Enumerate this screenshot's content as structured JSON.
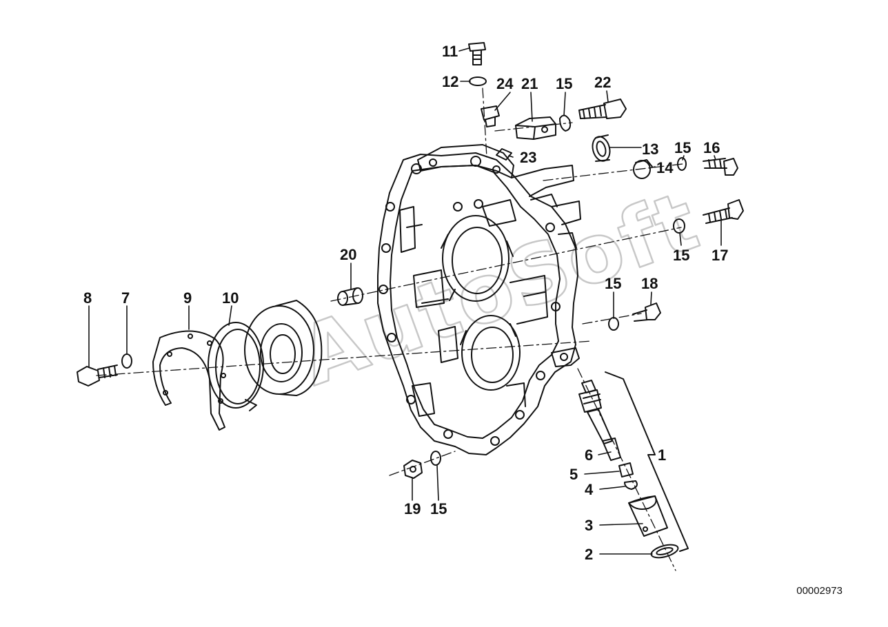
{
  "diagram": {
    "reference_code": "00002973",
    "watermark_text": "AutoSoft",
    "ink_color": "#111111",
    "background_color": "#ffffff",
    "callouts": {
      "c1": "1",
      "c2": "2",
      "c3": "3",
      "c4": "4",
      "c5": "5",
      "c6": "6",
      "c7": "7",
      "c8": "8",
      "c9": "9",
      "c10": "10",
      "c11": "11",
      "c12": "12",
      "c13": "13",
      "c14": "14",
      "c15a": "15",
      "c15b": "15",
      "c15c": "15",
      "c15d": "15",
      "c15e": "15",
      "c16": "16",
      "c17": "17",
      "c18": "18",
      "c19": "19",
      "c20": "20",
      "c21": "21",
      "c22": "22",
      "c23": "23",
      "c24": "24"
    }
  }
}
